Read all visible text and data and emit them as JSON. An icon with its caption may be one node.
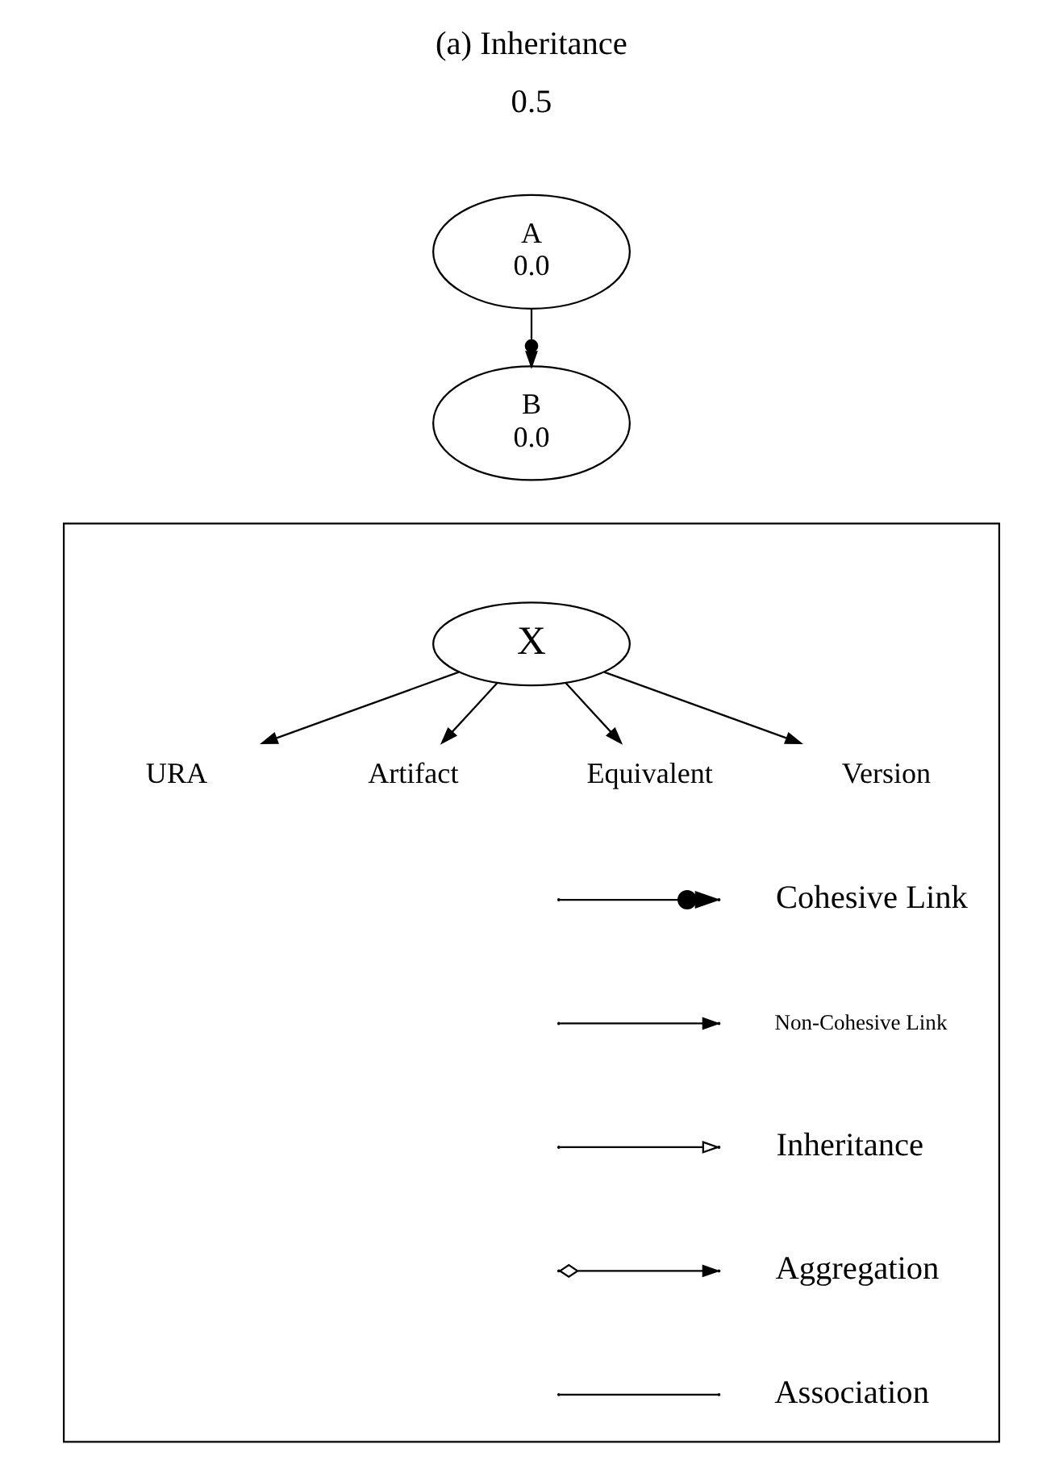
{
  "diagram": {
    "title": "(a) Inheritance",
    "nodes": [
      {
        "text": [
          "A",
          "0.0"
        ]
      },
      {
        "text": [
          "B",
          "0.0"
        ]
      },
      {
        "text": [],
        "shape": "box"
      },
      {
        "text": [
          "X"
        ],
        "in": 2
      },
      {
        "text": [
          "URA"
        ],
        "in": 2
      },
      {
        "text": [
          "Artifact"
        ],
        "in": 2
      },
      {
        "text": [
          "Equivalent"
        ],
        "in": 2
      },
      {
        "text": [
          "Version"
        ],
        "in": 2
      }
    ],
    "edges": [
      {
        "from": 0,
        "to": 1,
        "arrow": "to"
      },
      {
        "from": 3,
        "to": 4,
        "arrow": "to"
      },
      {
        "from": 3,
        "to": 5,
        "arrow": "to"
      },
      {
        "from": 3,
        "to": 6,
        "arrow": "to"
      },
      {
        "from": 3,
        "to": 7,
        "arrow": "to"
      }
    ],
    "labels": [
      "0.5"
    ],
    "legend": [
      {
        "text": "Cohesive Link"
      },
      {
        "text": "Non-Cohesive Link"
      },
      {
        "text": "Inheritance"
      },
      {
        "text": "Aggregation"
      },
      {
        "text": "Association"
      }
    ]
  }
}
